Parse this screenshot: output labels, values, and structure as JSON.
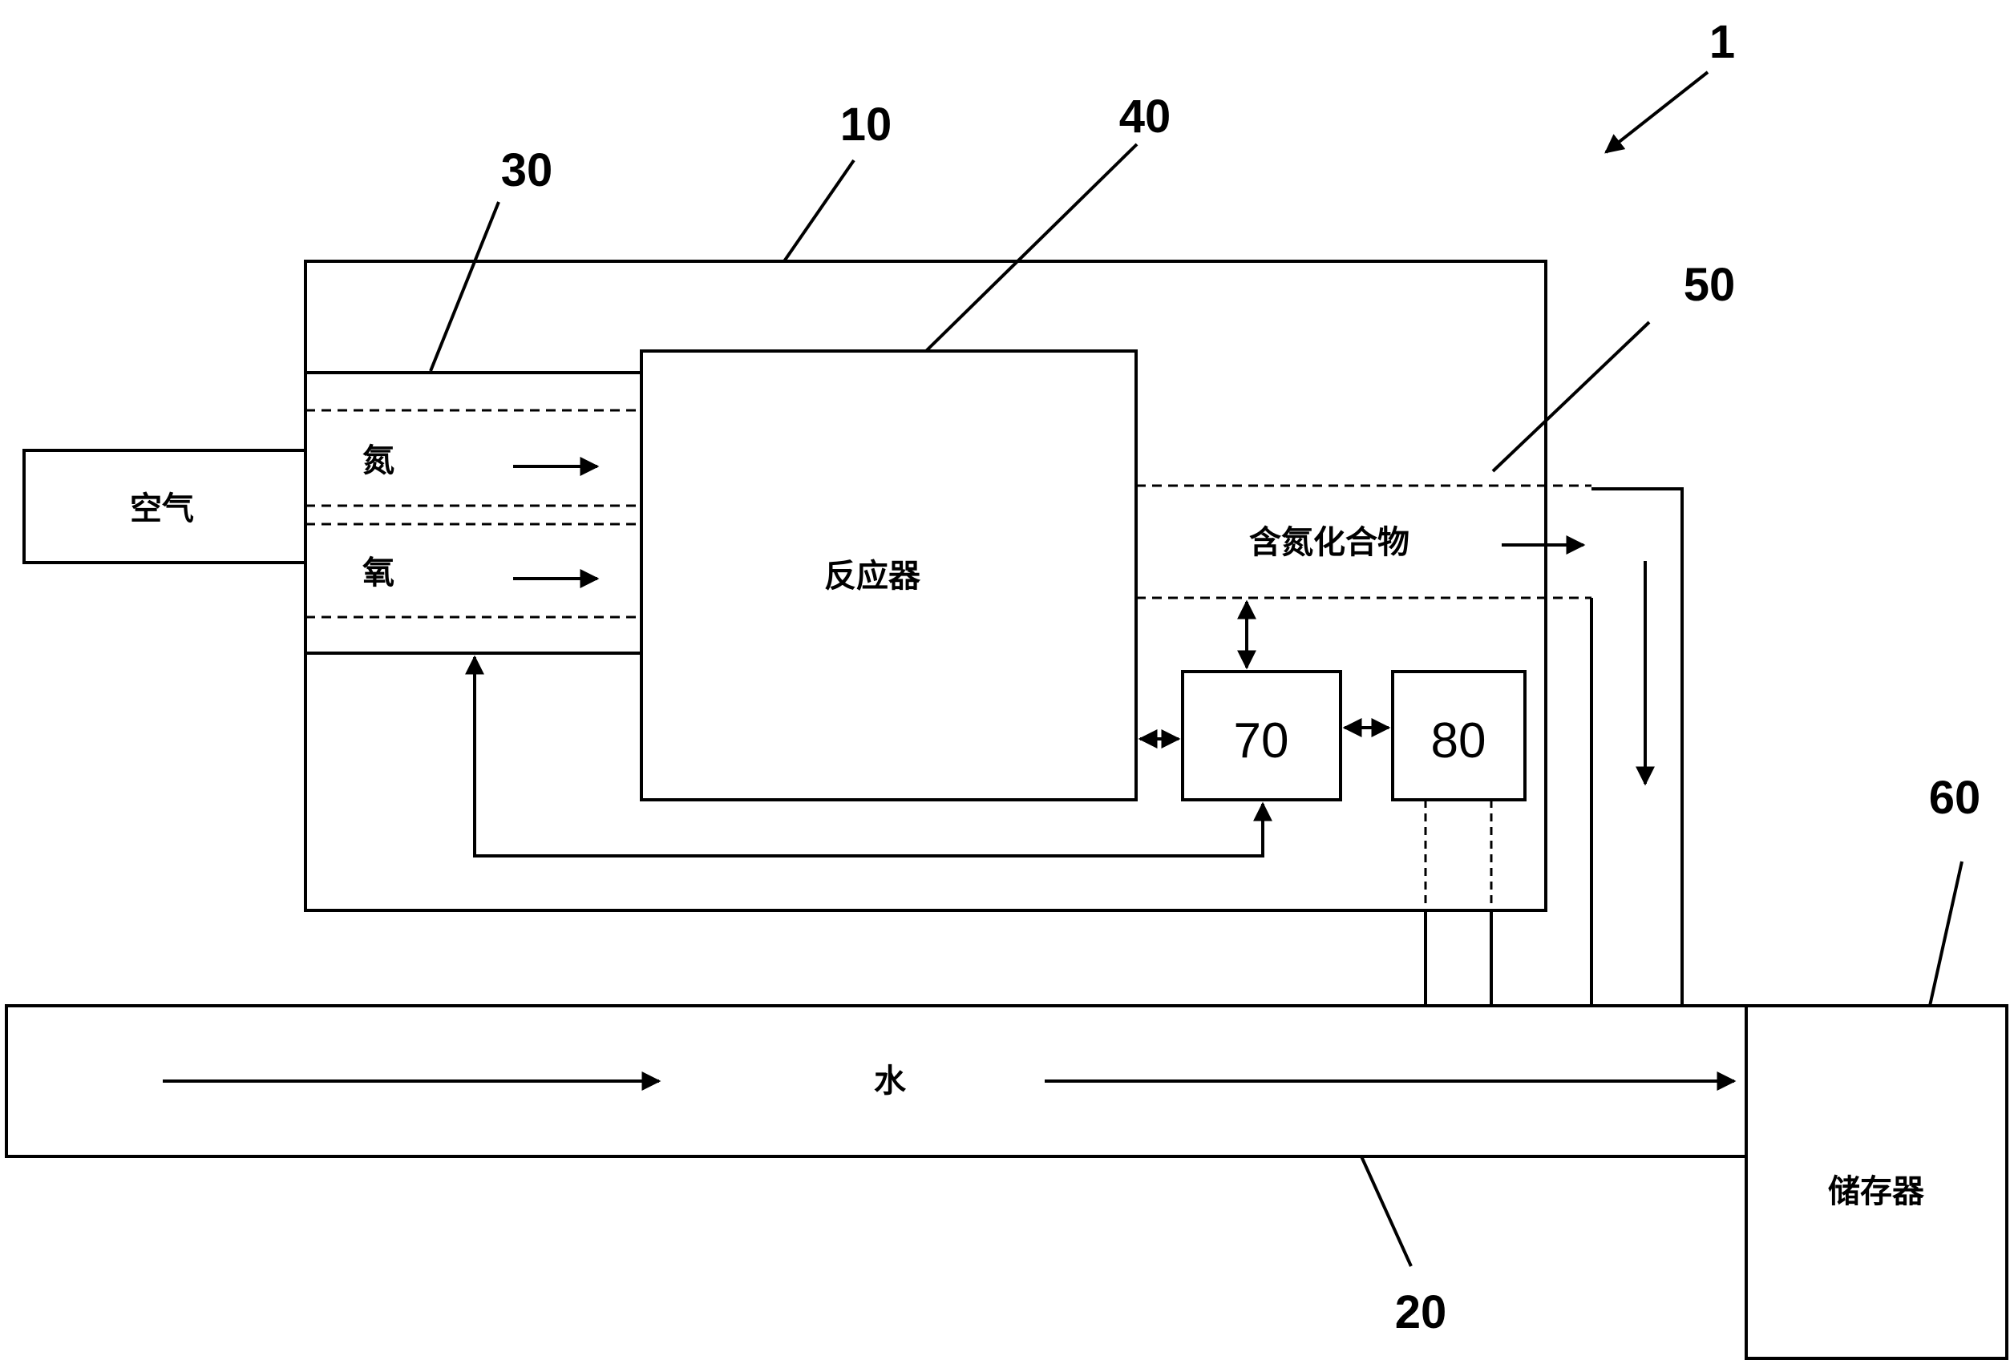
{
  "reference_numbers": {
    "system": "1",
    "housing": "10",
    "water_line": "20",
    "inlet": "30",
    "reactor": "40",
    "outlet": "50",
    "storage": "60",
    "unit_70": "70",
    "unit_80": "80"
  },
  "labels": {
    "air": "空气",
    "nitrogen": "氮",
    "oxygen": "氧",
    "reactor": "反应器",
    "nitrogen_compound": "含氮化合物",
    "water": "水",
    "storage": "储存器"
  }
}
